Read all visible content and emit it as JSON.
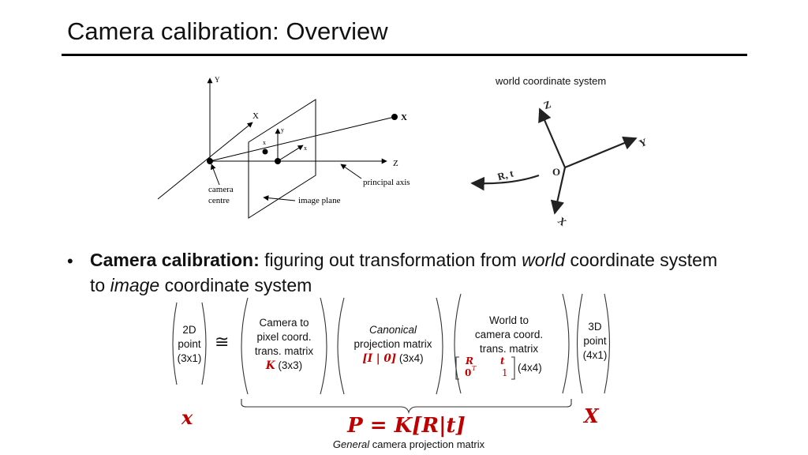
{
  "title": "Camera calibration: Overview",
  "world_label": "world coordinate system",
  "camera_diagram": {
    "axis_y": "Y",
    "axis_x": "X",
    "axis_z": "Z",
    "point_X": "X",
    "image_x": "x",
    "image_y_small": "y",
    "image_x_small": "x",
    "principal_axis": "principal axis",
    "camera_centre_line1": "camera",
    "camera_centre_line2": "centre",
    "image_plane": "image plane"
  },
  "world_diagram": {
    "axis_z": "Z",
    "axis_y": "Y",
    "axis_x": "X",
    "origin": "O",
    "transform": "R, t"
  },
  "bullet": {
    "bold": "Camera calibration:",
    "part1": " figuring out transformation from ",
    "world_em": "world",
    "part2": " coordinate system to ",
    "image_em": "image",
    "part3": " coordinate system"
  },
  "boxes": {
    "point2d": [
      "2D",
      "point",
      "(3x1)"
    ],
    "congruent": "≅",
    "intrinsic": {
      "lines": [
        "Camera to",
        "pixel coord.",
        "trans. matrix"
      ],
      "symbol": "K",
      "size": " (3x3)"
    },
    "canonical": {
      "em": "Canonical",
      "line2": "projection matrix",
      "symbol": "[I | 0]",
      "size": " (3x4)"
    },
    "extrinsic": {
      "lines": [
        "World to",
        "camera coord.",
        "trans. matrix"
      ],
      "matrix_R": "R",
      "matrix_t": "t",
      "matrix_0": "0",
      "matrix_T": "T",
      "matrix_1": "1",
      "size": "(4x4)"
    },
    "point3d": [
      "3D",
      "point",
      "(4x1)"
    ]
  },
  "symbols": {
    "x_small": "x",
    "X_big": "X",
    "formula": "P = K[R|t]"
  },
  "general": {
    "em": "General",
    "rest": " camera projection matrix"
  },
  "colors": {
    "accent_red": "#c00000"
  }
}
